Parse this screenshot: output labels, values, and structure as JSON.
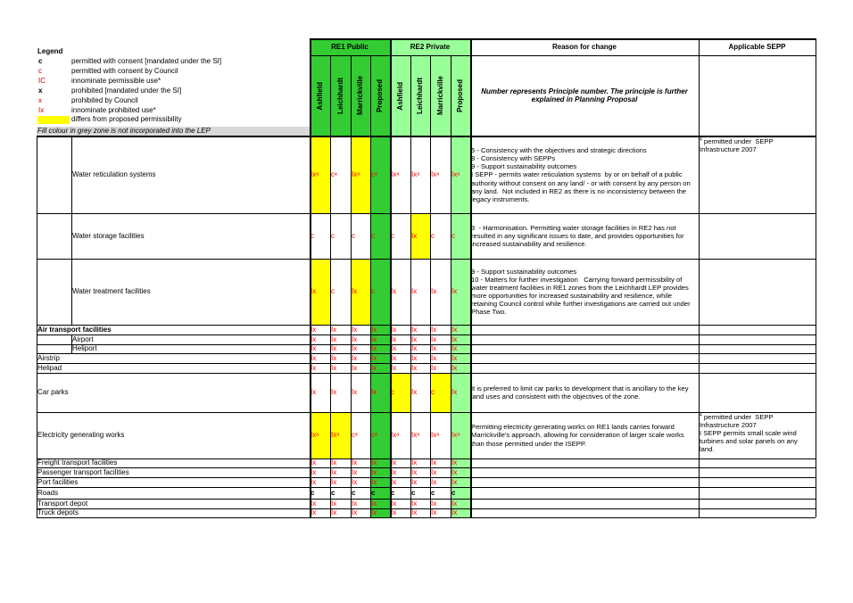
{
  "legend": {
    "title": "Legend",
    "items": [
      {
        "key": "c",
        "key_color": "#000000",
        "desc": "permitted with consent [mandated under the SI]"
      },
      {
        "key": "c",
        "key_color": "#c00000",
        "desc": "permitted with consent by Council"
      },
      {
        "key": "IC",
        "key_color": "#c00000",
        "desc": "innominate permissible use*"
      },
      {
        "key": "x",
        "key_color": "#000000",
        "desc": "prohibited [mandated under the SI]"
      },
      {
        "key": "x",
        "key_color": "#c00000",
        "desc": "prohibited by Council"
      },
      {
        "key": "Ix",
        "key_color": "#c00000",
        "desc": "innominate prohibited use*"
      },
      {
        "key": "",
        "key_color": "#ffff00",
        "desc": "differs from proposed permissibility"
      }
    ],
    "grey_note": "Fill colour in grey  zone is not incorporated into the LEP"
  },
  "headers": {
    "re1": "RE1 Public",
    "re2": "RE2 Private",
    "reason": "Reason for change",
    "sepp": "Applicable SEPP",
    "cols": [
      "Ashfield",
      "Leichhardt",
      "Marrickville",
      "Proposed",
      "Ashfield",
      "Leichhardt",
      "Marrickville",
      "Proposed"
    ],
    "reason_note": "Number represents Principle number. The principle is further explained in Planning Proposal"
  },
  "colors": {
    "re1_header": "#33cc33",
    "re2_header": "#99ff99",
    "differs": "#ffff00",
    "grey_zone": "#d9d9d9",
    "council_red": "#ff0000"
  },
  "rows": [
    {
      "label": "Water reticulation systems",
      "indent": true,
      "bold": false,
      "cells": [
        "Ix|4",
        "c|4",
        "Ix|4",
        "c|4",
        "Ix|4",
        "Ix|4",
        "Ix|4",
        "Ix|4"
      ],
      "yellow": [
        0,
        2
      ],
      "reason": "5 - Consistency with the objectives and strategic directions\n8 - Consistency with SEPPs\n9 - Support sustainability outcomes\nI SEPP - permits water reticulation systems  by or on behalf of a public authority without consent on any land/ - or with consent by any person on any land.  Not included in RE2 as there is no inconsistency between the legacy instruments.",
      "sepp_sup": "4",
      "sepp": " permitted under  SEPP Infrastructure 2007"
    },
    {
      "label": "Water storage facilities",
      "indent": true,
      "bold": false,
      "cells": [
        "c",
        "c",
        "c",
        "c",
        "c",
        "Ix",
        "c",
        "c"
      ],
      "yellow": [
        5
      ],
      "reason": "3  - Harmonisation. Permitting water storage facilities in RE2 has not resulted in any significant issues to date, and provides opportunities for increased sustainability and resilience.",
      "sepp_sup": "",
      "sepp": ""
    },
    {
      "label": "Water treatment facilities",
      "indent": true,
      "bold": false,
      "cells": [
        "Ix",
        "c",
        "Ix",
        "c",
        "Ix",
        "Ix",
        "Ix",
        "Ix"
      ],
      "yellow": [
        0,
        2
      ],
      "reason": "9 - Support sustainability outcomes\n10 - Matters for further investigation   Carrying forward permissibility of water treatment facilities in RE1 zones from the Leichhardt LEP provides more opportunities for increased sustainability and resilience, while retaining Council control while further investigations are carried out under Phase Two.",
      "sepp_sup": "",
      "sepp": ""
    },
    {
      "label": "Air transport facilities",
      "indent": false,
      "bold": true,
      "cells": [
        "Ix",
        "Ix",
        "Ix",
        "Ix",
        "Ix",
        "Ix",
        "Ix",
        "Ix"
      ],
      "yellow": [],
      "reason": "",
      "sepp_sup": "",
      "sepp": ""
    },
    {
      "label": "Airport",
      "indent": true,
      "bold": false,
      "cells": [
        "Ix",
        "Ix",
        "Ix",
        "Ix",
        "Ix",
        "Ix",
        "Ix",
        "Ix"
      ],
      "yellow": [],
      "reason": "",
      "sepp_sup": "",
      "sepp": ""
    },
    {
      "label": "Heliport",
      "indent": true,
      "bold": false,
      "cells": [
        "Ix",
        "Ix",
        "Ix",
        "Ix",
        "Ix",
        "Ix",
        "Ix",
        "Ix"
      ],
      "yellow": [],
      "reason": "",
      "sepp_sup": "",
      "sepp": ""
    },
    {
      "label": "Airstrip",
      "indent": false,
      "bold": false,
      "cells": [
        "Ix",
        "Ix",
        "Ix",
        "Ix",
        "Ix",
        "Ix",
        "Ix",
        "Ix"
      ],
      "yellow": [],
      "reason": "",
      "sepp_sup": "",
      "sepp": ""
    },
    {
      "label": "Helipad",
      "indent": false,
      "bold": false,
      "cells": [
        "Ix",
        "Ix",
        "Ix",
        "Ix",
        "Ix",
        "Ix",
        "Ix",
        "Ix"
      ],
      "yellow": [],
      "reason": "",
      "sepp_sup": "",
      "sepp": ""
    },
    {
      "label": "Car parks",
      "indent": false,
      "bold": false,
      "cells": [
        "Ix",
        "Ix",
        "Ix",
        "Ix",
        "c",
        "Ix",
        "c",
        "Ix"
      ],
      "yellow": [
        4,
        6
      ],
      "reason": "It is preferred to limit car parks to development that is ancillary to the key land uses and consistent with the objectives of the zone.",
      "sepp_sup": "",
      "sepp": ""
    },
    {
      "label": "Electricity generating works",
      "indent": false,
      "bold": false,
      "cells": [
        "Ix|4",
        "Ix|4",
        "c|4",
        "c|4",
        "Ix|4",
        "Ix|4",
        "Ix|4",
        "Ix|4"
      ],
      "yellow": [
        0,
        1
      ],
      "reason": "Permitting electricity generating works on RE1 lands carries forward Marrickville's approach, allowing for consideration of larger scale works than those permitted under the ISEPP.",
      "sepp_sup": "4",
      "sepp": " permitted under  SEPP Infrastructure 2007\nI SEPP permits small scale wind turbines and solar panels on any land."
    },
    {
      "label": "Freight transport facilities",
      "indent": false,
      "bold": false,
      "cells": [
        "Ix",
        "Ix",
        "Ix",
        "Ix",
        "Ix",
        "Ix",
        "Ix",
        "Ix"
      ],
      "yellow": [],
      "reason": "",
      "sepp_sup": "",
      "sepp": ""
    },
    {
      "label": "Passenger transport facilities",
      "indent": false,
      "bold": false,
      "cells": [
        "Ix",
        "Ix",
        "Ix",
        "Ix",
        "Ix",
        "Ix",
        "Ix",
        "Ix"
      ],
      "yellow": [],
      "reason": "",
      "sepp_sup": "",
      "sepp": ""
    },
    {
      "label": "Port facilities",
      "indent": false,
      "bold": false,
      "cells": [
        "Ix",
        "Ix",
        "Ix",
        "Ix",
        "Ix",
        "Ix",
        "Ix",
        "Ix"
      ],
      "yellow": [],
      "reason": "",
      "sepp_sup": "",
      "sepp": ""
    },
    {
      "label": "Roads",
      "indent": false,
      "bold": false,
      "cells": [
        "c",
        "c",
        "c",
        "c",
        "c",
        "c",
        "c",
        "c"
      ],
      "yellow": [],
      "reason": "",
      "sepp_sup": "",
      "sepp": "",
      "black": true
    },
    {
      "label": "Transport depot",
      "indent": false,
      "bold": false,
      "cells": [
        "Ix",
        "Ix",
        "Ix",
        "Ix",
        "Ix",
        "Ix",
        "Ix",
        "Ix"
      ],
      "yellow": [],
      "reason": "",
      "sepp_sup": "",
      "sepp": ""
    },
    {
      "label": "Truck depots",
      "indent": false,
      "bold": false,
      "cells": [
        "Ix",
        "Ix",
        "Ix",
        "Ix",
        "Ix",
        "Ix",
        "Ix",
        "Ix"
      ],
      "yellow": [],
      "reason": "",
      "sepp_sup": "",
      "sepp": ""
    }
  ]
}
